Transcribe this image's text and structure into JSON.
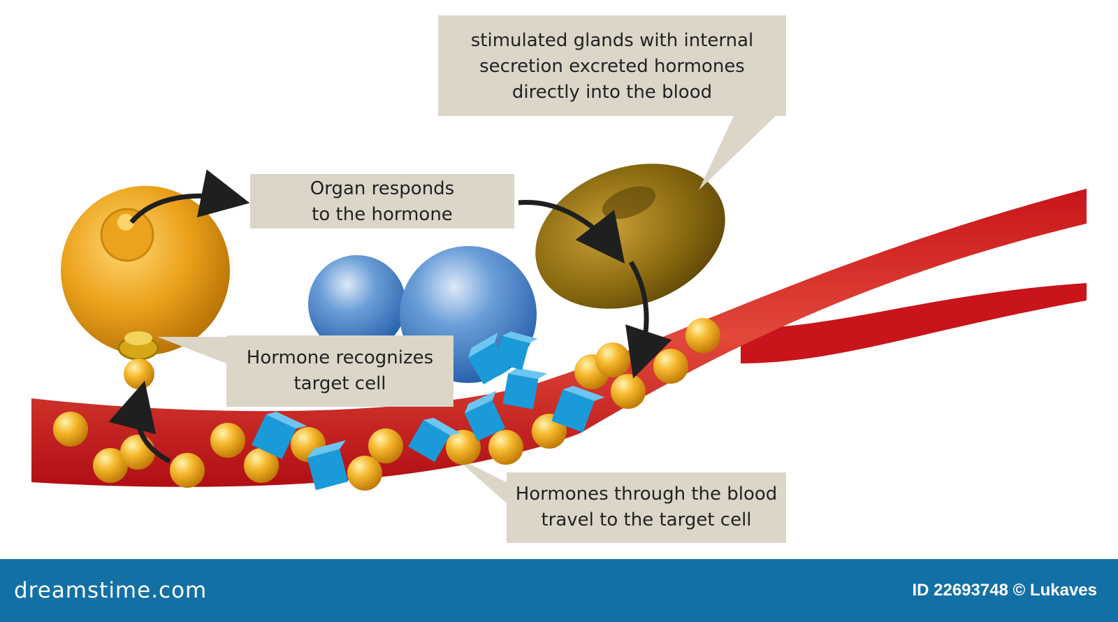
{
  "callouts": {
    "glands": [
      "stimulated glands with internal",
      "secretion excreted hormones",
      "directly into the blood"
    ],
    "organ": [
      "Organ responds",
      "to the hormone"
    ],
    "target": [
      "Hormone recognizes",
      "target cell"
    ],
    "travel": [
      "Hormones through the blood",
      "travel to the target cell"
    ]
  },
  "footer": {
    "logo": "dreamstime.com",
    "credit": "ID 22693748 © Lukaves"
  },
  "colors": {
    "blood": "#c8141a",
    "hormone_ball": "#f2b02a",
    "hormone_cube": "#1a9ad8",
    "gland": "#8a6a10",
    "target_cell": "#e8a21a",
    "organ_spheres": "#3f7ec8",
    "callout_bg": "#dcd6c8",
    "footer_bg": "#1370a5"
  }
}
